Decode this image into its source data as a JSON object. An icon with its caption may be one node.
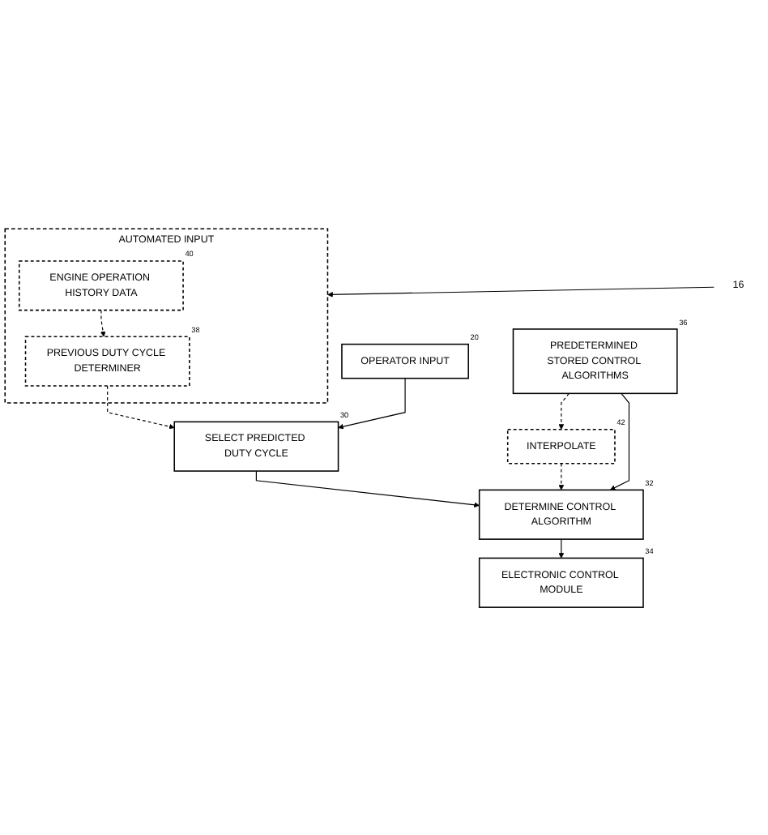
{
  "diagram": {
    "nodes": [
      {
        "text": [
          "16"
        ]
      },
      {
        "text": [
          "AUTOMATED INPUT"
        ]
      },
      {
        "text": [
          "PREVIOUS DUTY CYCLE DETERMINER"
        ],
        "in": 1,
        "beside": [
          "38"
        ]
      },
      {
        "text": [
          "ENGINE OPERATION HISTORY DATA"
        ],
        "in": 1,
        "beside": [
          "40"
        ]
      },
      {
        "text": [
          "OPERATOR INPUT"
        ],
        "beside": [
          "20"
        ]
      },
      {
        "text": [
          "SELECT PREDICTED DUTY CYCLE"
        ],
        "beside": [
          "30"
        ]
      },
      {
        "text": [
          "DETERMINE CONTROL ALGORITHM"
        ],
        "beside": [
          "32"
        ]
      },
      {
        "text": [
          "INTERPOLATE"
        ],
        "beside": [
          "42"
        ]
      },
      {
        "text": [
          "PREDETERMINED STORED CONTROL ALGORITHMS"
        ],
        "beside": [
          "36"
        ]
      },
      {
        "text": [
          "ELECTRONIC CONTROL MODULE"
        ],
        "beside": [
          "34"
        ]
      }
    ],
    "edges": [
      {
        "from": 0,
        "to": 1,
        "arrow": "to"
      },
      {
        "from": 3,
        "to": 2,
        "arrow": "to",
        "style": "dashed"
      },
      {
        "from": 2,
        "to": 5,
        "arrow": "to",
        "style": "dashed"
      },
      {
        "from": 4,
        "to": 5,
        "arrow": "to"
      },
      {
        "from": 5,
        "to": 6,
        "arrow": "to"
      },
      {
        "from": 8,
        "to": 7,
        "arrow": "to",
        "style": "dashed"
      },
      {
        "from": 7,
        "to": 6,
        "arrow": "to",
        "style": "dashed"
      },
      {
        "from": 8,
        "to": 6,
        "arrow": "to"
      },
      {
        "from": 6,
        "to": 9,
        "arrow": "to"
      }
    ]
  }
}
